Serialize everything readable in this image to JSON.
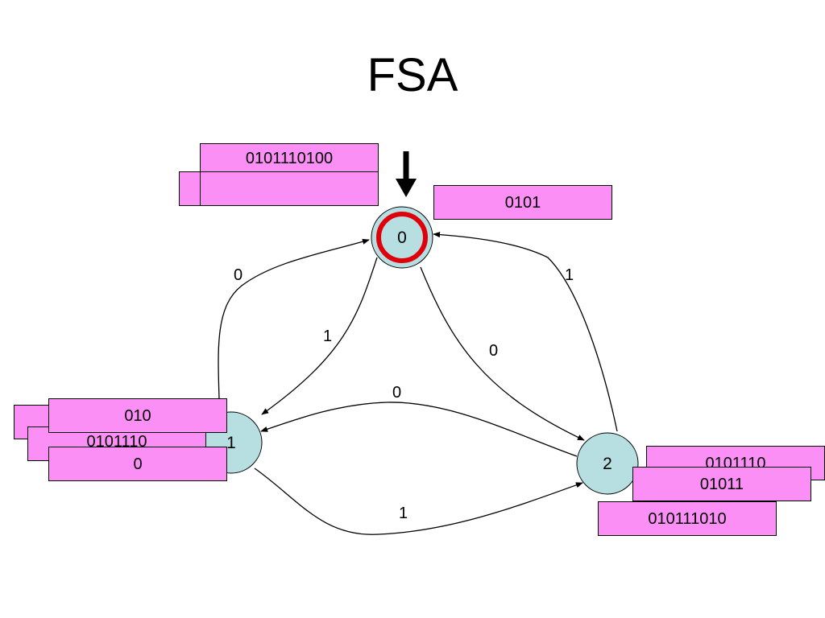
{
  "title": "FSA",
  "colors": {
    "tape_fill": "#fb8ff6",
    "state_fill": "#b7dee1",
    "current_state_ring": "#e0000a"
  },
  "states": [
    "0",
    "1",
    "2"
  ],
  "edges": [
    {
      "from": "1",
      "to": "0",
      "label": "0"
    },
    {
      "from": "0",
      "to": "1",
      "label": "1"
    },
    {
      "from": "0",
      "to": "2",
      "label": "0"
    },
    {
      "from": "2",
      "to": "0",
      "label": "1"
    },
    {
      "from": "2",
      "to": "1",
      "label": "0"
    },
    {
      "from": "1",
      "to": "2",
      "label": "1"
    }
  ],
  "start_arrow_icon": "down-arrow-icon",
  "tapes": {
    "input_tape": "0101110100",
    "state0_tape": "0101",
    "state1_top": "010",
    "state1_hidden": "0101110",
    "state1_bottom": "0",
    "state2_back": "0101110",
    "state2_middle": "01011",
    "state2_front": "010111010"
  }
}
